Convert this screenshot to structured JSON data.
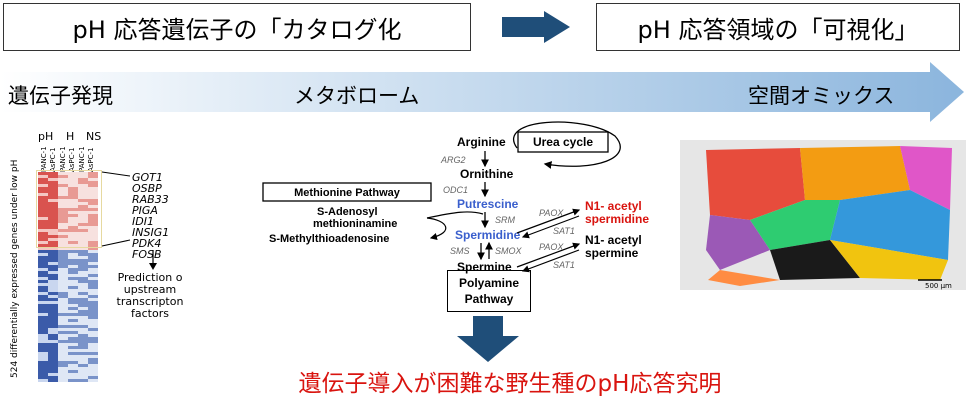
{
  "header": {
    "left_box": "pH 応答遺伝子の「カタログ化",
    "right_box": "pH 応答領域の「可視化」"
  },
  "band": {
    "labels": [
      "遺伝子発現",
      "メタボローム",
      "空間オミックス"
    ]
  },
  "heatmap": {
    "groups": [
      "pH",
      "H",
      "NS"
    ],
    "samples": [
      "PANC-1",
      "AsPC-1",
      "PANC-1",
      "AsPC-1",
      "PANC-1",
      "AsPC-1"
    ],
    "genes": [
      "GOT1",
      "OSBP",
      "RAB33",
      "PIGA",
      "IDI1",
      "INSIG1",
      "PDK4",
      "FOSB"
    ],
    "side_label": "524 differentially expressed genes under low pH",
    "prediction": "Prediction o upstream transcripton factors"
  },
  "pathway": {
    "arginine": "Arginine",
    "urea_cycle": "Urea cycle",
    "arg2": "ARG2",
    "ornithine": "Ornithine",
    "odc1": "ODC1",
    "methionine": "Methionine Pathway",
    "sam": "S-Adenosyl",
    "sam2": "methioninamine",
    "mta": "S-Methylthioadenosine",
    "putrescine": "Putrescine",
    "srm": "SRM",
    "spermidine": "Spermidine",
    "sms": "SMS",
    "smox": "SMOX",
    "spermine": "Spermine",
    "paox": "PAOX",
    "sat1": "SAT1",
    "n1_spermidine_a": "N1- acetyl",
    "n1_spermidine_b": "spermidine",
    "n1_spermine_a": "N1- acetyl",
    "n1_spermine_b": "spermine",
    "polyamine_a": "Polyamine",
    "polyamine_b": "Pathway"
  },
  "spatial": {
    "scale": "500 μm"
  },
  "bottom_text": "遺伝子導入が困難な野生種のpH応答究明",
  "colors": {
    "accent_red": "#d9140f",
    "band_blue": "#8bb5dd",
    "arrow_navy": "#1f4e79",
    "pathway_blue": "#3a5fcd"
  }
}
